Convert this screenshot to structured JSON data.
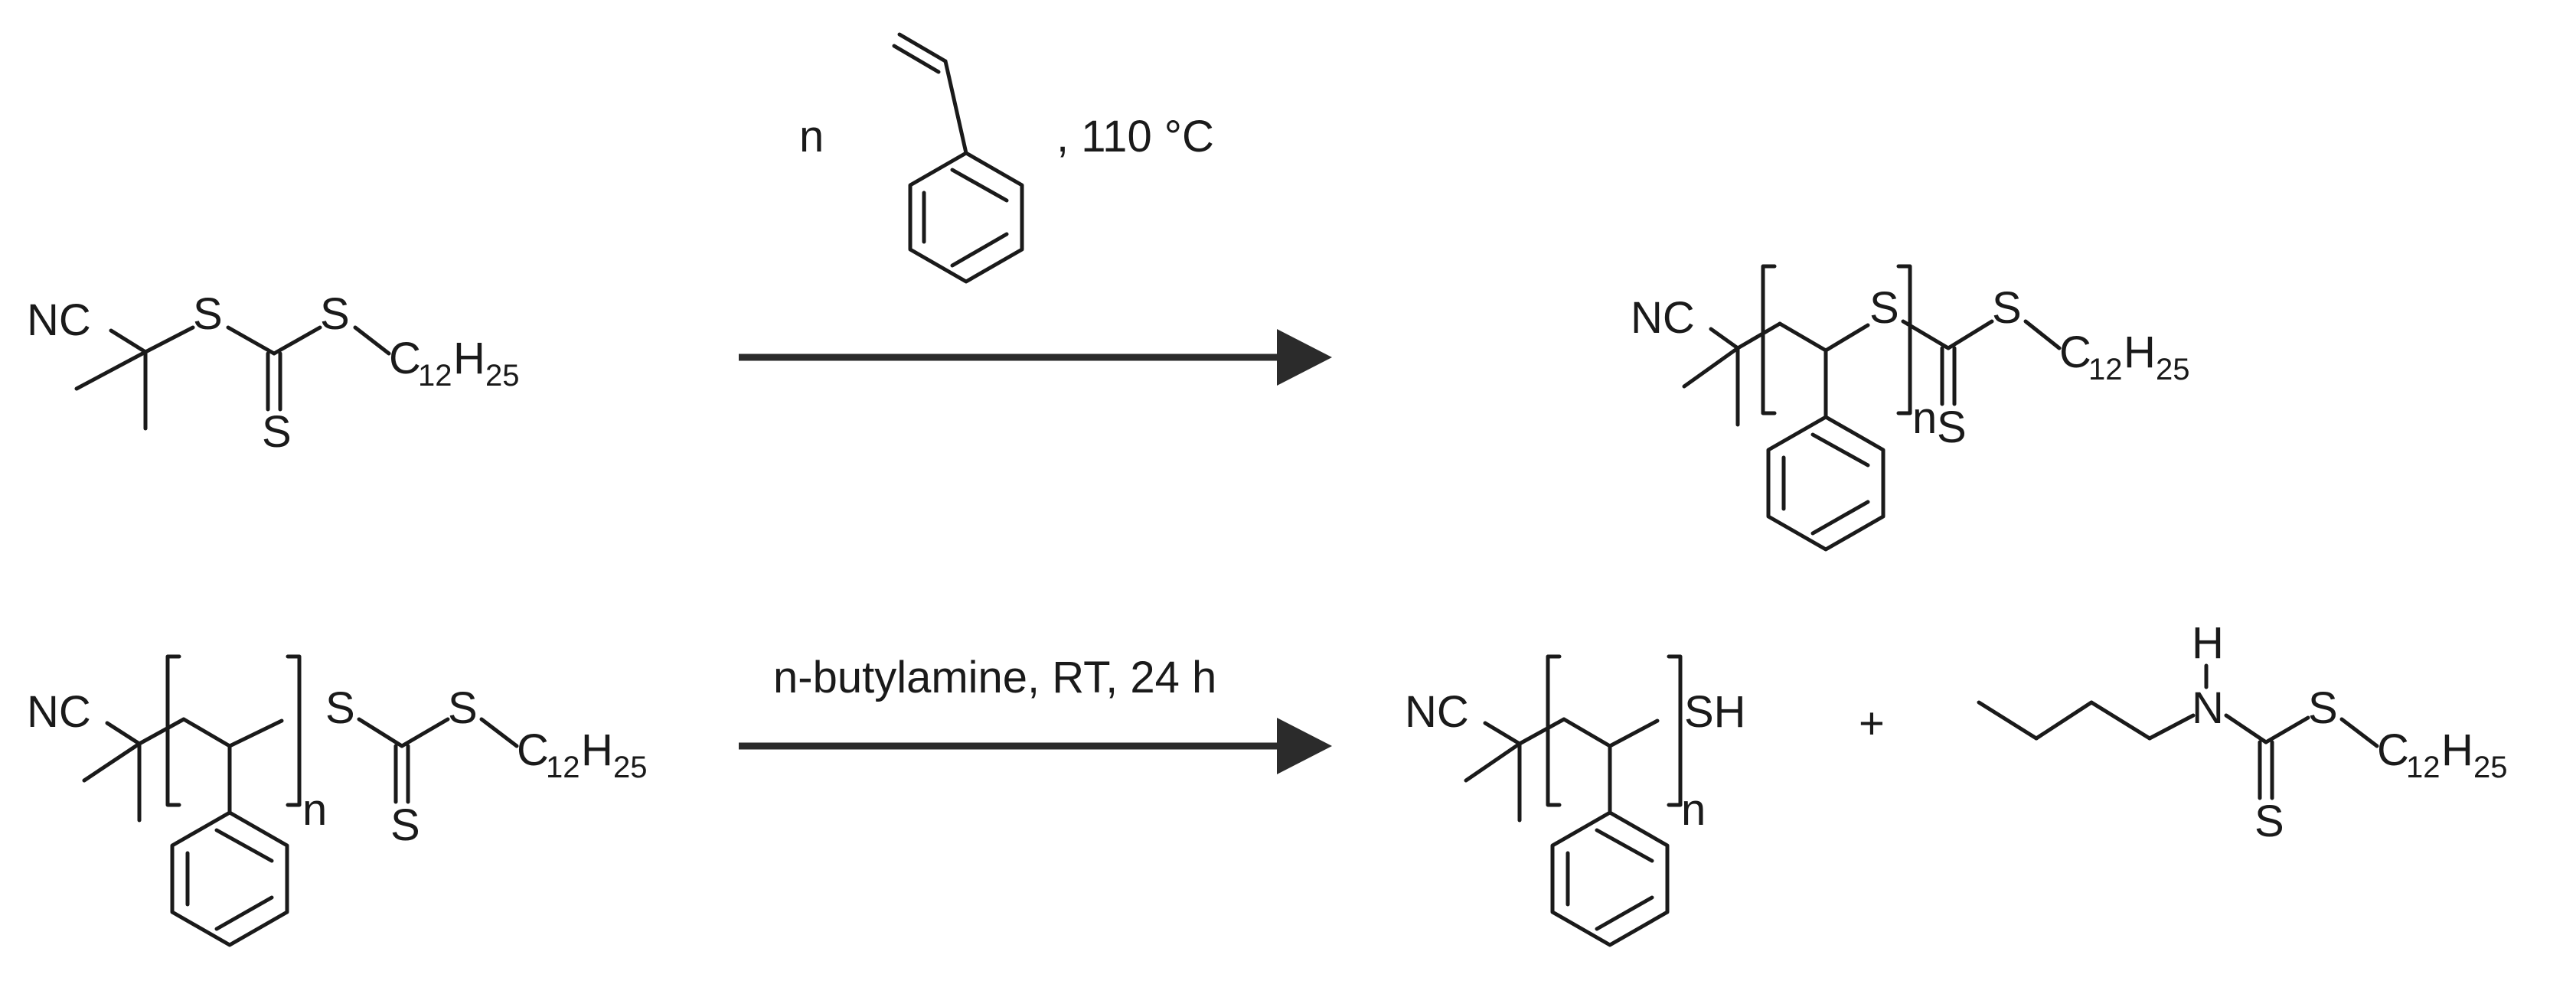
{
  "reaction1": {
    "stoich": "n",
    "conditions": ", 110 °C"
  },
  "reaction2": {
    "conditions": "n-butylamine, RT, 24 h"
  },
  "plus": "+",
  "labels": {
    "NC": "NC",
    "S": "S",
    "SH": "SH",
    "N": "N",
    "H": "H",
    "C": "C",
    "sub12": "12",
    "H_main": "H",
    "sub25": "25",
    "n": "n"
  }
}
